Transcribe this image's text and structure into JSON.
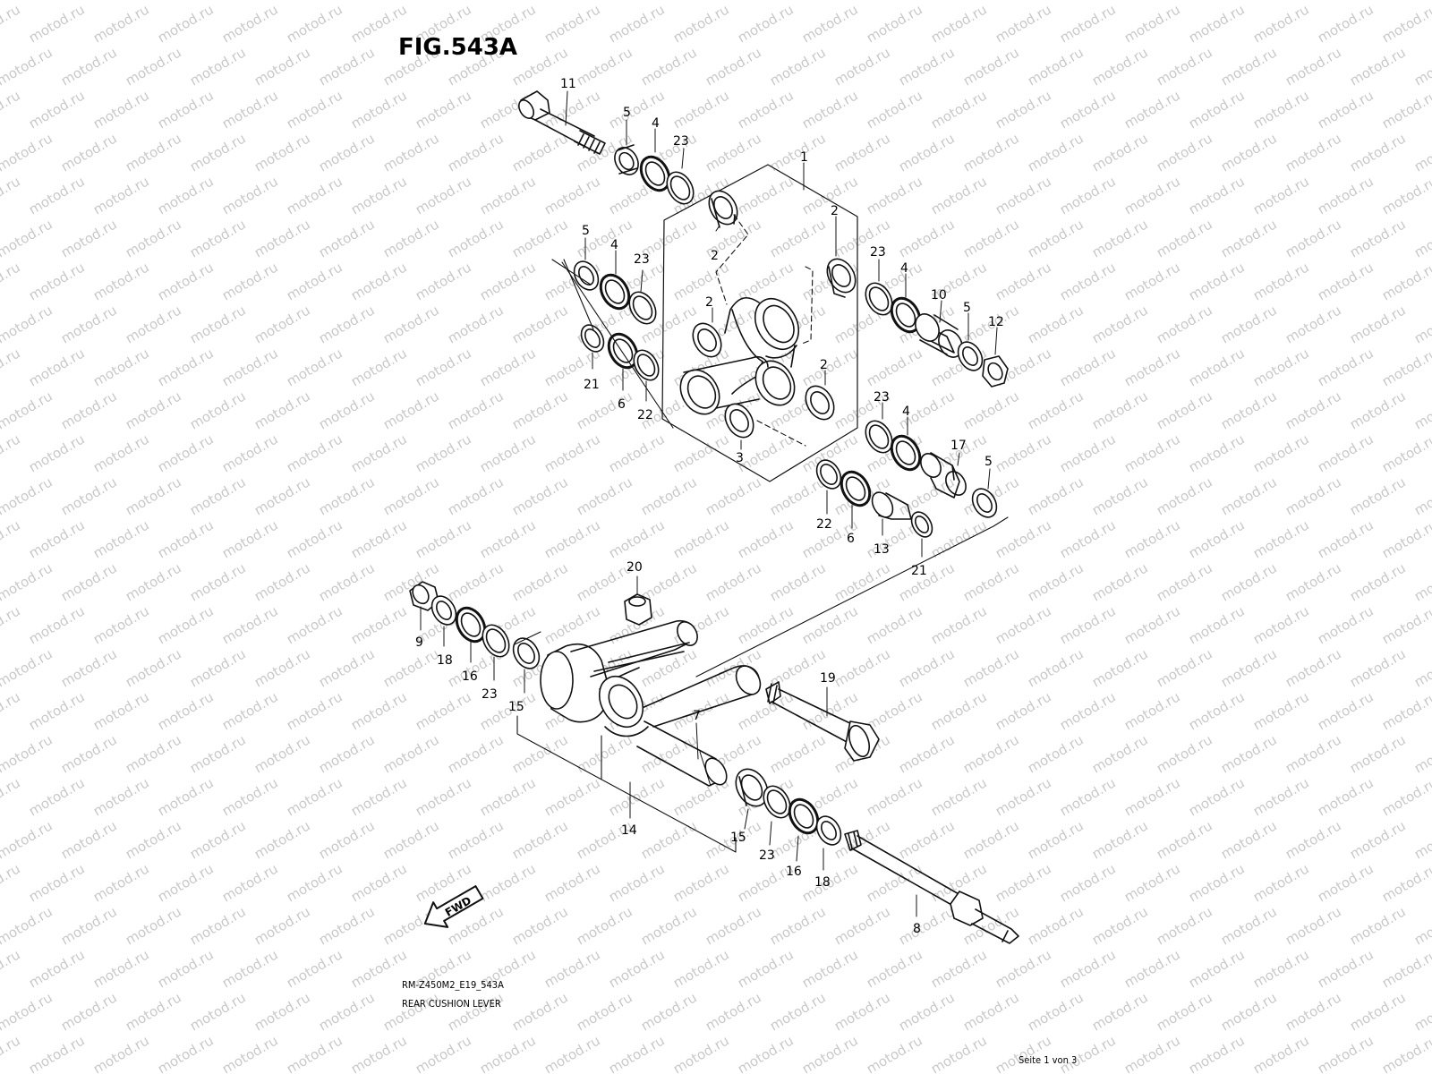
{
  "figure": {
    "title": "FIG.543A",
    "code": "RM-Z450M2_E19_543A",
    "description": "REAR CUSHION LEVER",
    "page": "Seite 1 von 3",
    "watermark": "motod.ru",
    "fwd_label": "FWD"
  },
  "callouts": [
    {
      "id": "c11",
      "text": "11"
    },
    {
      "id": "c5a",
      "text": "5"
    },
    {
      "id": "c4a",
      "text": "4"
    },
    {
      "id": "c23a",
      "text": "23"
    },
    {
      "id": "c1",
      "text": "1"
    },
    {
      "id": "c2a",
      "text": "2"
    },
    {
      "id": "c2b",
      "text": "2"
    },
    {
      "id": "c2c",
      "text": "2"
    },
    {
      "id": "c2d",
      "text": "2"
    },
    {
      "id": "c3",
      "text": "3"
    },
    {
      "id": "c5b",
      "text": "5"
    },
    {
      "id": "c4b",
      "text": "4"
    },
    {
      "id": "c23b",
      "text": "23"
    },
    {
      "id": "c21a",
      "text": "21"
    },
    {
      "id": "c6a",
      "text": "6"
    },
    {
      "id": "c22a",
      "text": "22"
    },
    {
      "id": "c23c",
      "text": "23"
    },
    {
      "id": "c4c",
      "text": "4"
    },
    {
      "id": "c10",
      "text": "10"
    },
    {
      "id": "c5c",
      "text": "5"
    },
    {
      "id": "c12",
      "text": "12"
    },
    {
      "id": "c23d",
      "text": "23"
    },
    {
      "id": "c4d",
      "text": "4"
    },
    {
      "id": "c17",
      "text": "17"
    },
    {
      "id": "c5d",
      "text": "5"
    },
    {
      "id": "c22b",
      "text": "22"
    },
    {
      "id": "c6b",
      "text": "6"
    },
    {
      "id": "c13",
      "text": "13"
    },
    {
      "id": "c21b",
      "text": "21"
    },
    {
      "id": "c20",
      "text": "20"
    },
    {
      "id": "c9",
      "text": "9"
    },
    {
      "id": "c18a",
      "text": "18"
    },
    {
      "id": "c16a",
      "text": "16"
    },
    {
      "id": "c23e",
      "text": "23"
    },
    {
      "id": "c15a",
      "text": "15"
    },
    {
      "id": "c19",
      "text": "19"
    },
    {
      "id": "c7",
      "text": "7"
    },
    {
      "id": "c14",
      "text": "14"
    },
    {
      "id": "c15b",
      "text": "15"
    },
    {
      "id": "c23f",
      "text": "23"
    },
    {
      "id": "c16b",
      "text": "16"
    },
    {
      "id": "c18b",
      "text": "18"
    },
    {
      "id": "c8",
      "text": "8"
    }
  ]
}
